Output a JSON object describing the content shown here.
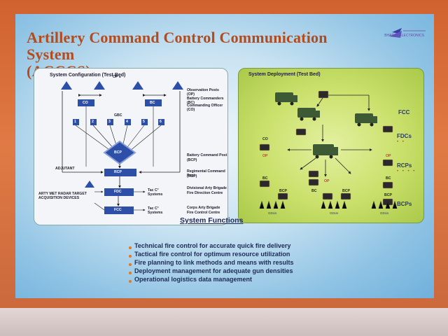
{
  "poster": {
    "title_line1": "Artillery Command Control Communication System",
    "title_line2": "(ACCCS)",
    "logo_text": "BHARAT ELECTRONICS"
  },
  "config_panel": {
    "title": "System Configuration (Test Bed)",
    "op_label": "OP s",
    "co_label": "CO",
    "bc_label": "BC",
    "gbc_label": "GBC",
    "gun_numbers": [
      "1",
      "2",
      "3",
      "4",
      "5",
      "6"
    ],
    "bcp_label": "BCP",
    "rcp_label": "RCP",
    "fdc_label": "FDC",
    "fcc_label": "FCC",
    "adjutant_label": "ADJUTANT",
    "radar_label": "ARTY MET RADAR TARGET ACQUISITION DEVICES",
    "tac1": "Tac C³ Systems",
    "tac2": "Tac C³ Systems",
    "desc_op": "Observation Posts (OP)",
    "desc_bc": "Battery Commanders (BC)",
    "desc_co": "Commanding Officer (CO)",
    "desc_bcp1": "Battery Command Post",
    "desc_bcp2": "(BCP)",
    "desc_rcp1": "Regimental Command Post",
    "desc_rcp2": "(RCP)",
    "desc_fdc1": "Divisional Arty Brigade",
    "desc_fdc2": "Fire Direction Centre",
    "desc_fcc1": "Corps Arty Brigade",
    "desc_fcc2": "Fire Control Centre"
  },
  "deploy_panel": {
    "title": "System Deployment (Test Bed)",
    "fcc": "FCC",
    "fdcs": "FDCs",
    "rcps": "RCPs",
    "bcps": "BCPs",
    "co": "CO",
    "op": "OP",
    "bc": "BC",
    "bcp": "BCP",
    "gdus": "GDUs"
  },
  "functions": {
    "title": "System Functions",
    "items": [
      "Technical fire control for accurate quick fire delivery",
      "Tactical fire control for optimum resource utilization",
      "Fire planning to link methods and means with results",
      "Deployment management for adequate gun densities",
      "Operational logistics data management"
    ]
  },
  "colors": {
    "title": "#b54a1b",
    "diagram_blue": "#2d4fa8",
    "panel_green": "#c9e06a",
    "text_navy": "#1d2a55"
  }
}
